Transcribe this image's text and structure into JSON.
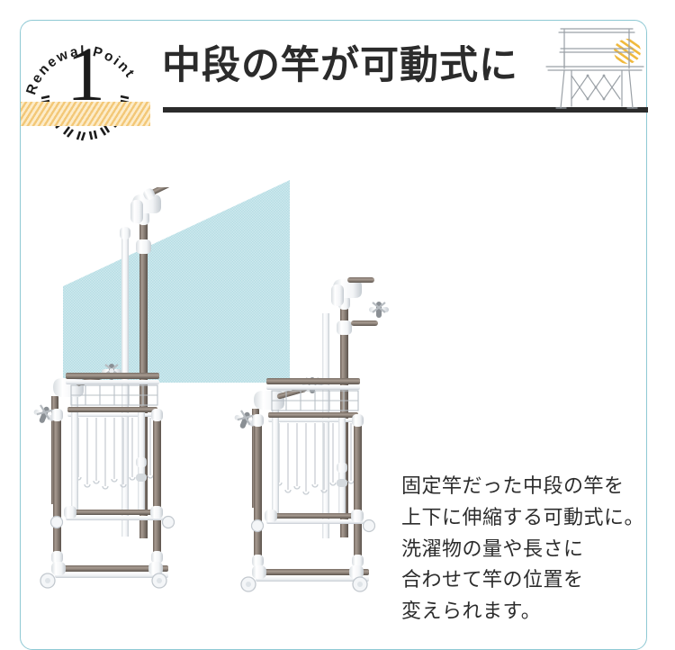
{
  "frame": {
    "border_color": "#8fc9d4",
    "background": "#ffffff"
  },
  "header": {
    "badge": {
      "arc_text_left": "Renewal",
      "arc_text_right": "Point",
      "arc_text_full": "Renewal Point",
      "number": "1",
      "band_color": "#f3c878",
      "band_color_light": "#fdecc9"
    },
    "title": "中段の竿が可動式に",
    "rule_color": "#2b2b2b",
    "thumbnail": {
      "name": "clothes-drying-rack-thumbnail",
      "highlight_color": "#f0b93c"
    }
  },
  "illustration": {
    "wedge_color": "#b6dde4",
    "arrow_color": "#ffffff",
    "arrow_direction": "up-right",
    "rack_left_label": "drying-rack-pole-raised",
    "rack_right_label": "drying-rack-pole-lowered"
  },
  "description": {
    "lines": [
      "固定竿だった中段の竿を",
      "上下に伸縮する可動式に。",
      "洗濯物の量や長さに",
      "合わせて竿の位置を",
      "変えられます。"
    ],
    "line1": "固定竿だった中段の竿を",
    "line2": "上下に伸縮する可動式に。",
    "line3": "洗濯物の量や長さに",
    "line4": "合わせて竿の位置を",
    "line5": "変えられます。"
  },
  "colors": {
    "teal_border": "#8fc9d4",
    "cyan_fill": "#b6dde4",
    "tan_hatch": "#f3c878",
    "ink": "#2b2b2b"
  }
}
